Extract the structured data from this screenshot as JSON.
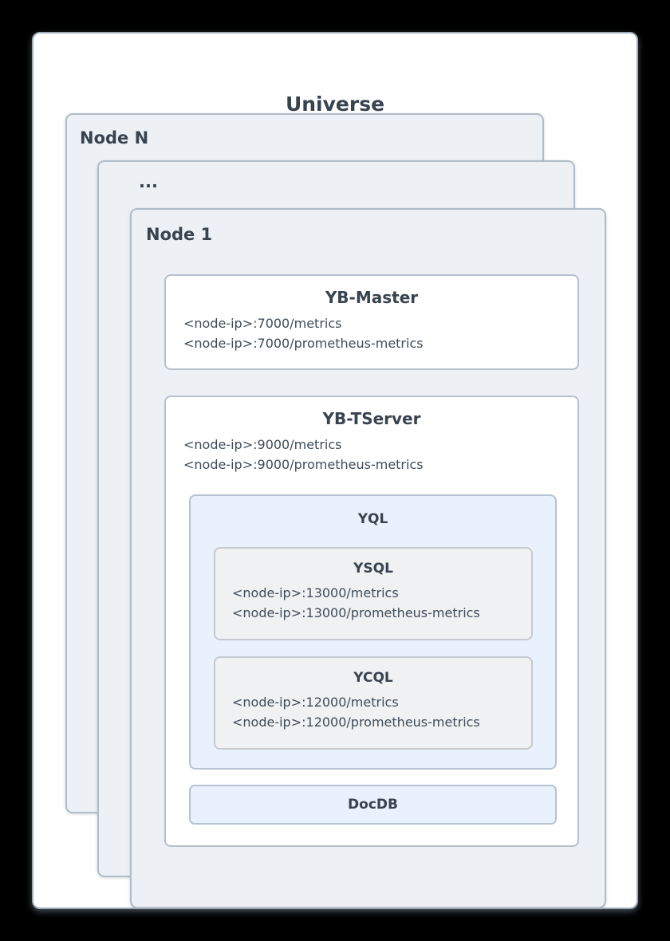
{
  "universe": {
    "title": "Universe",
    "colors": {
      "canvas_bg": "#000000",
      "card_bg": "#ffffff",
      "node_fill": "#edf1f5",
      "blue_fill": "#e9f1fd",
      "gray_fill": "#f0f1f3",
      "text": "#3b4652"
    },
    "nodes": {
      "node_n_label": "Node N",
      "ellipsis_label": "...",
      "node_1_label": "Node 1"
    },
    "yb_master": {
      "title": "YB-Master",
      "metrics": [
        "<node-ip>:7000/metrics",
        "<node-ip>:7000/prometheus-metrics"
      ]
    },
    "yb_tserver": {
      "title": "YB-TServer",
      "metrics": [
        "<node-ip>:9000/metrics",
        "<node-ip>:9000/prometheus-metrics"
      ],
      "yql": {
        "title": "YQL",
        "ysql": {
          "title": "YSQL",
          "metrics": [
            "<node-ip>:13000/metrics",
            "<node-ip>:13000/prometheus-metrics"
          ]
        },
        "ycql": {
          "title": "YCQL",
          "metrics": [
            "<node-ip>:12000/metrics",
            "<node-ip>:12000/prometheus-metrics"
          ]
        }
      },
      "docdb": {
        "title": "DocDB"
      }
    }
  }
}
